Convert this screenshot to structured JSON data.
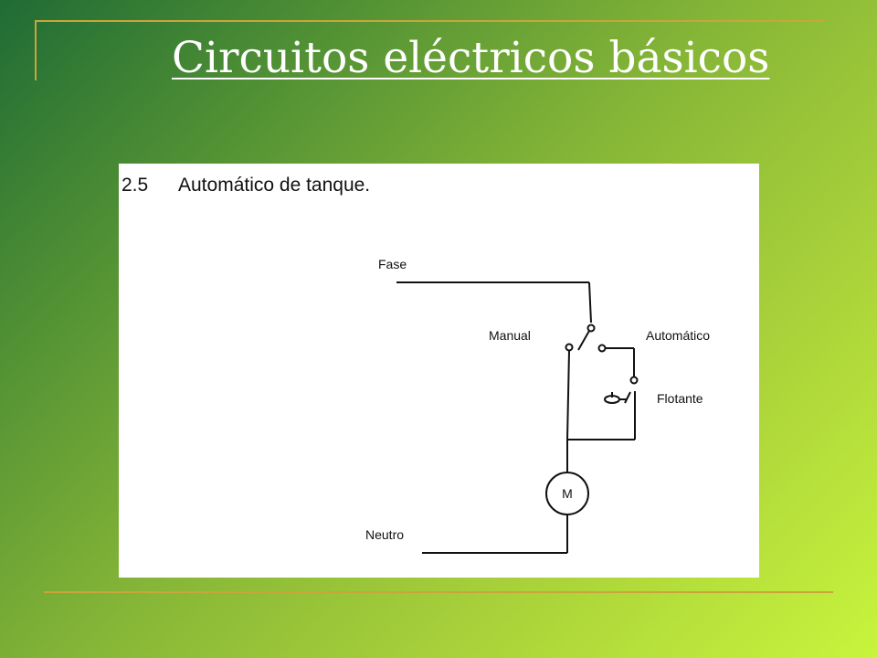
{
  "slide": {
    "title": "Circuitos eléctricos básicos"
  },
  "figure": {
    "number": "2.5",
    "title": "Automático de tanque.",
    "labels": {
      "phase": "Fase",
      "manual": "Manual",
      "automatic": "Automático",
      "float": "Flotante",
      "neutral": "Neutro",
      "motor": "M"
    }
  }
}
